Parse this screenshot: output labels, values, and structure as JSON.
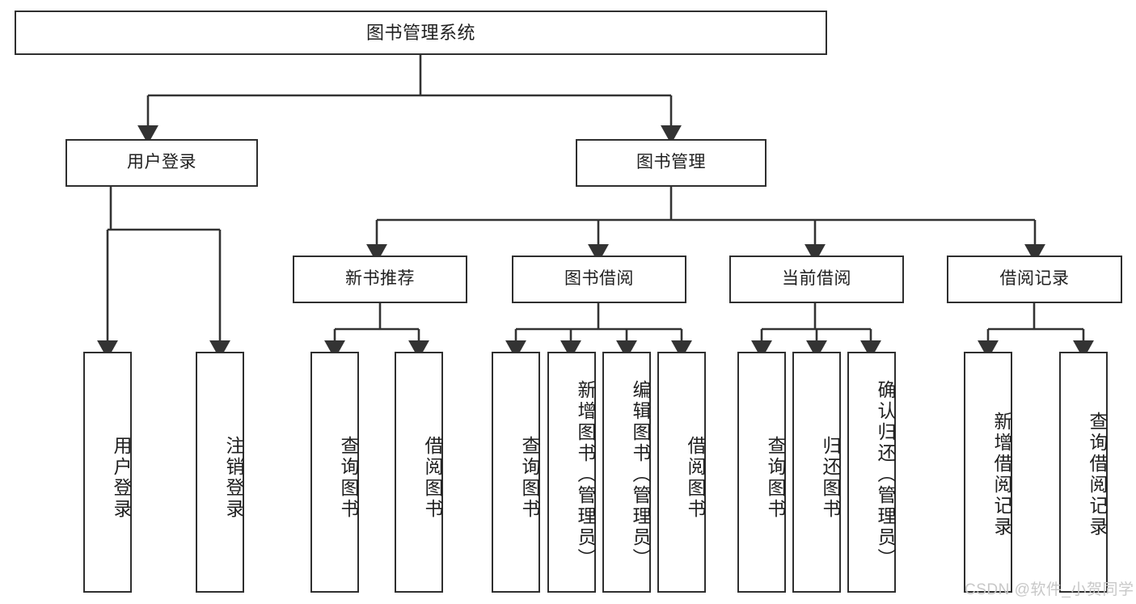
{
  "diagram": {
    "title": "图书管理系统",
    "type": "hierarchy-tree",
    "colors": {
      "box_border": "#2f2f2f",
      "box_fill": "#ffffff",
      "connector": "#333333",
      "text": "#1f1f1f",
      "watermark": "#c8c8c8"
    },
    "root": {
      "label": "图书管理系统"
    },
    "level2": [
      {
        "label": "用户登录"
      },
      {
        "label": "图书管理"
      }
    ],
    "level3": [
      {
        "label": "新书推荐"
      },
      {
        "label": "图书借阅"
      },
      {
        "label": "当前借阅"
      },
      {
        "label": "借阅记录"
      }
    ],
    "leaves": {
      "user_login": [
        {
          "label": "用户登录"
        },
        {
          "label": "注销登录"
        }
      ],
      "new_book_recommend": [
        {
          "label": "查询图书"
        },
        {
          "label": "借阅图书"
        }
      ],
      "book_borrow": [
        {
          "label": "查询图书"
        },
        {
          "label": "新增图书（管理员）"
        },
        {
          "label": "编辑图书（管理员）"
        },
        {
          "label": "借阅图书"
        }
      ],
      "current_borrow": [
        {
          "label": "查询图书"
        },
        {
          "label": "归还图书"
        },
        {
          "label": "确认归还（管理员）"
        }
      ],
      "borrow_record": [
        {
          "label": "新增借阅记录"
        },
        {
          "label": "查询借阅记录"
        }
      ]
    },
    "watermark": "CSDN @软件_小贺同学"
  }
}
